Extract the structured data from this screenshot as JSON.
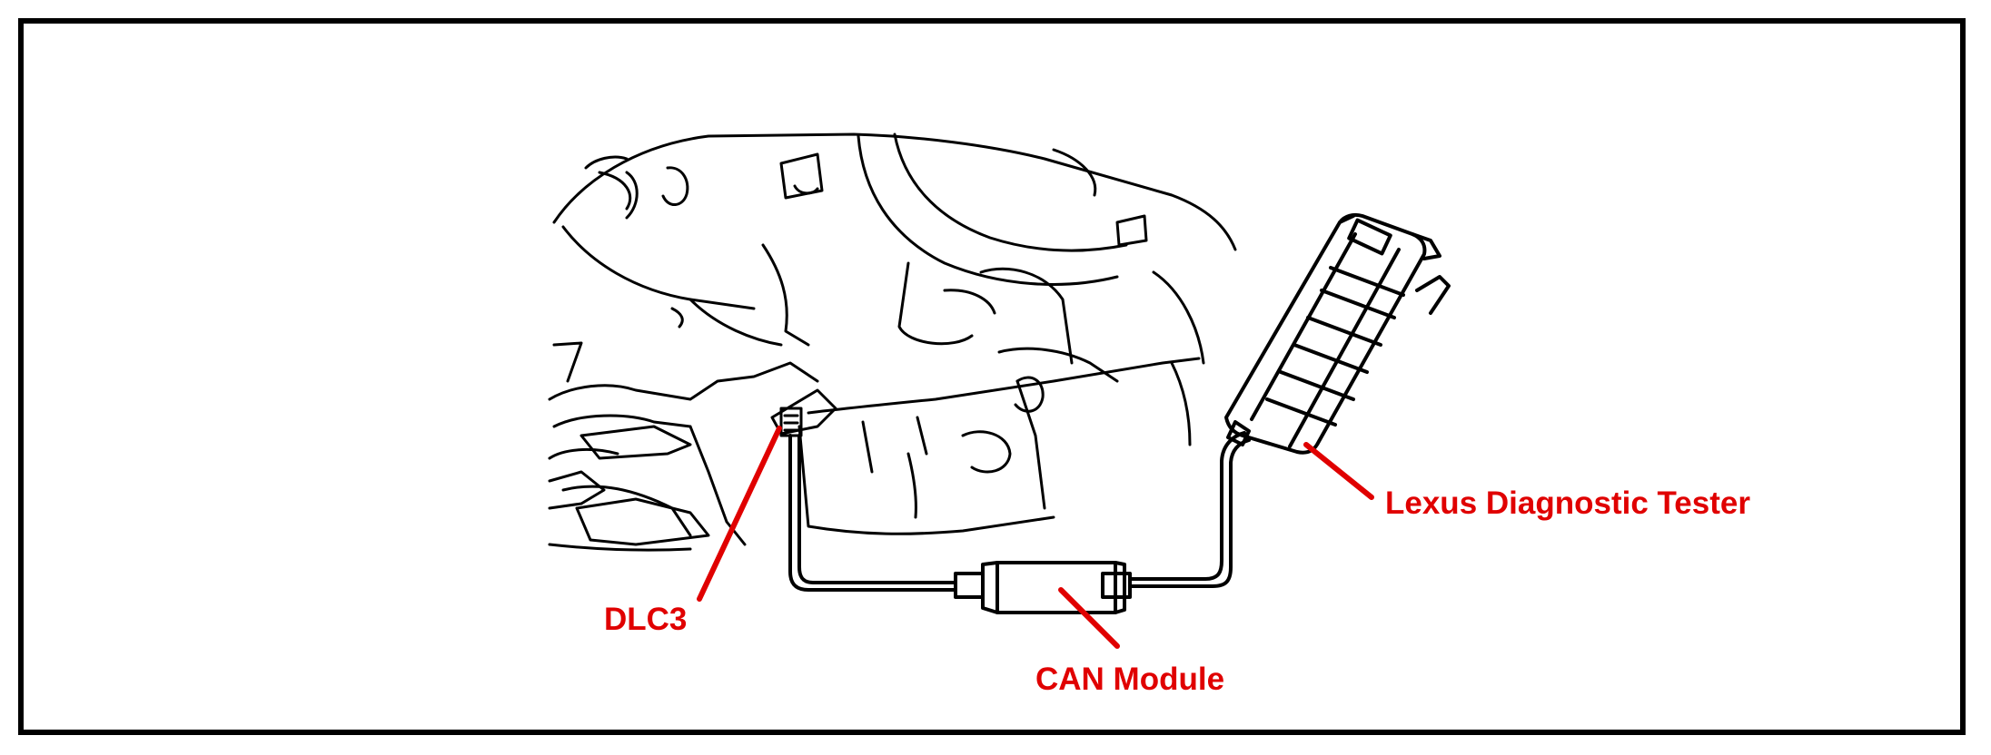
{
  "diagram": {
    "labels": {
      "dlc3": "DLC3",
      "can_module": "CAN Module",
      "tester": "Lexus Diagnostic Tester"
    },
    "label_color": "#e00000",
    "line_color": "#000000"
  }
}
